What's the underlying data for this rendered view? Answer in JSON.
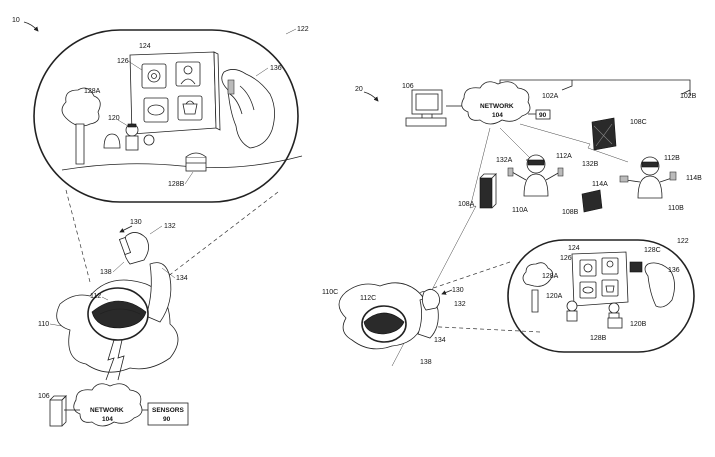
{
  "left_figure": {
    "figure_number": "10",
    "labels": {
      "view_frame": "122",
      "panel": "124",
      "icon_grid": "126",
      "tree": "128A",
      "chest": "128B",
      "avatar": "120",
      "hand_virtual": "136",
      "wand": "130",
      "hand_real": "132",
      "arm": "134",
      "pointer": "138",
      "headset": "112",
      "user": "110",
      "computer": "106",
      "network": "NETWORK",
      "network_num": "104",
      "sensors": "SENSORS",
      "sensors_num": "90"
    }
  },
  "right_figure": {
    "figure_number": "20",
    "labels": {
      "computer": "106",
      "network": "NETWORK",
      "network_num": "104",
      "sensor_box": "90",
      "sensor_a": "102A",
      "sensor_b": "102B",
      "cube_c": "108C",
      "tower": "108A",
      "cube_b": "108B",
      "headset_a": "112A",
      "wand_a": "132A",
      "wand_b": "132B",
      "user_a": "110A",
      "hand_a": "114A",
      "headset_b": "112B",
      "hand_b": "114B",
      "user_b": "110B",
      "view_frame": "122",
      "panel": "124",
      "icon_grid": "126",
      "object": "128C",
      "tree": "128A",
      "hand_virtual": "136",
      "avatar_a": "120A",
      "avatar_b": "120B",
      "chest": "128B",
      "user_c": "110C",
      "headset_c": "112C",
      "wand": "130",
      "hand_real": "132",
      "arm": "134",
      "pointer": "138"
    }
  }
}
